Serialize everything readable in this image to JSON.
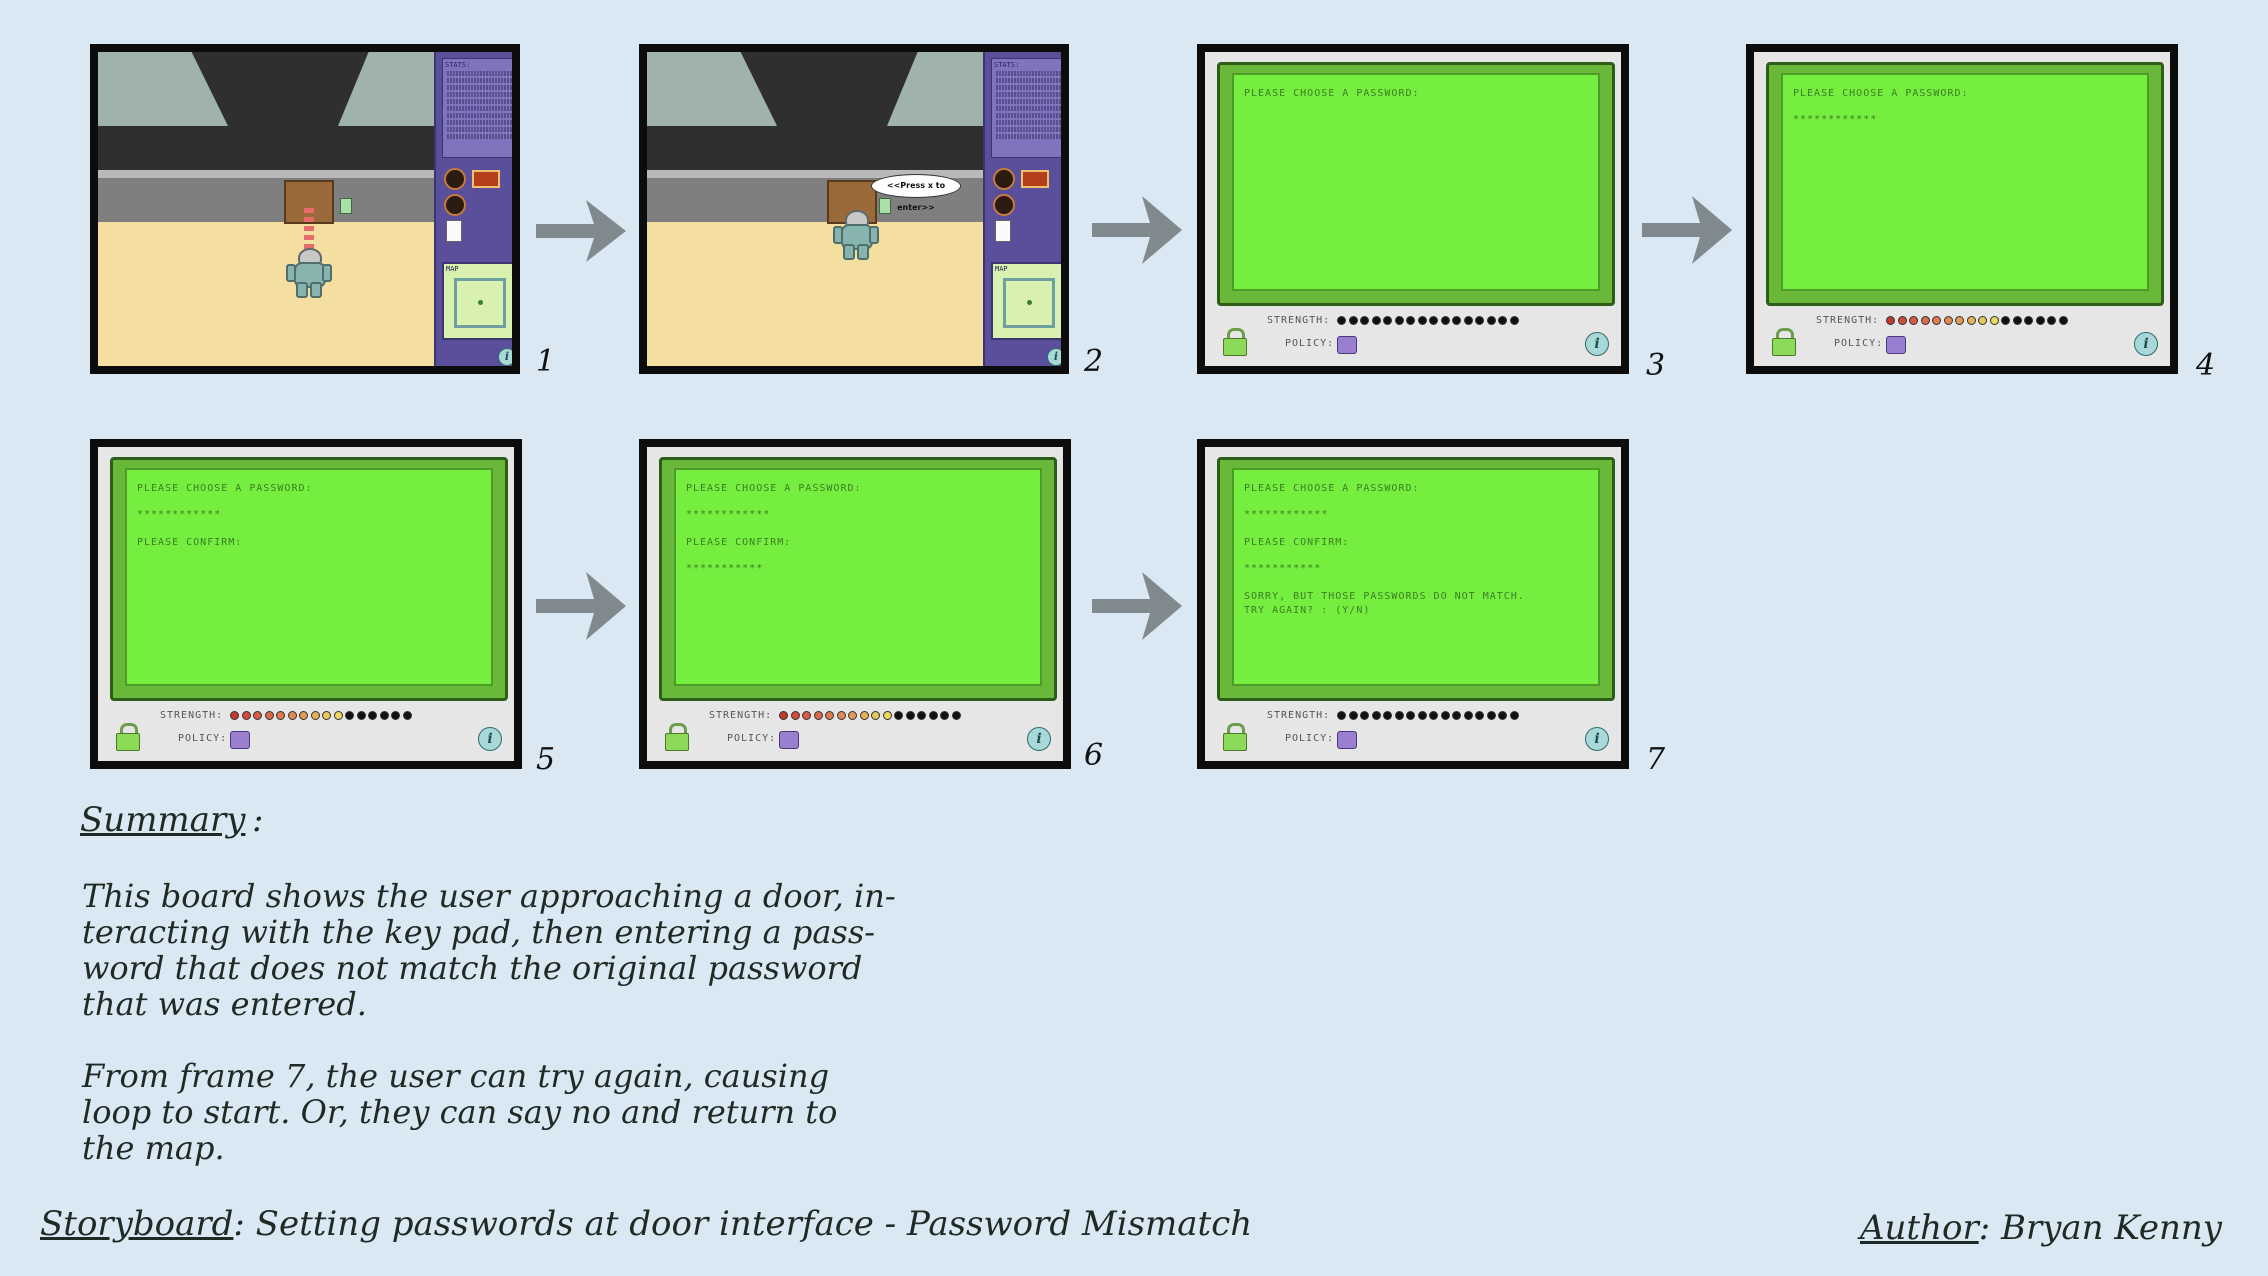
{
  "frames": [
    {
      "num": "1"
    },
    {
      "num": "2"
    },
    {
      "num": "3"
    },
    {
      "num": "4"
    },
    {
      "num": "5"
    },
    {
      "num": "6"
    },
    {
      "num": "7"
    }
  ],
  "game": {
    "stats_title": "STATS:",
    "map_title": "MAP",
    "bubble": "<<Press x to enter>>",
    "info": "i"
  },
  "terminal": {
    "prompt": "PLEASE CHOOSE A PASSWORD:",
    "password_mask": "************",
    "confirm_prompt": "PLEASE CONFIRM:",
    "confirm_mask": "***********",
    "mismatch_line1": "SORRY, BUT THOSE PASSWORDS DO NOT MATCH.",
    "mismatch_line2": "TRY AGAIN? : (Y/N)",
    "strength_label": "STRENGTH:",
    "policy_label": "POLICY:",
    "info": "i"
  },
  "colors": {
    "strength_empty": [
      "#111111",
      "#111111",
      "#111111",
      "#111111",
      "#111111",
      "#111111",
      "#111111",
      "#111111",
      "#111111",
      "#111111",
      "#111111",
      "#111111",
      "#111111",
      "#111111",
      "#111111",
      "#111111"
    ],
    "strength_partial": [
      "#c0392b",
      "#d24a3a",
      "#d65a44",
      "#d96a4a",
      "#dd7a4e",
      "#e08a52",
      "#e39a56",
      "#e6b058",
      "#e9c65a",
      "#ecd85c",
      "#111111",
      "#111111",
      "#111111",
      "#111111",
      "#111111",
      "#111111"
    ]
  },
  "summary": {
    "heading": "Summary",
    "colon": ":",
    "p1": "This board shows the user approaching a door, in-\nteracting with the key pad, then entering a pass-\nword that does not match the original password\nthat was entered.",
    "p2": "From frame 7, the user can try again, causing\nloop to start. Or, they can say no and return to\nthe map."
  },
  "footer": {
    "storyboard_label": "Storyboard",
    "storyboard_text": ": Setting passwords at door interface - Password Mismatch",
    "author_label": "Author",
    "author_text": ": Bryan Kenny"
  }
}
